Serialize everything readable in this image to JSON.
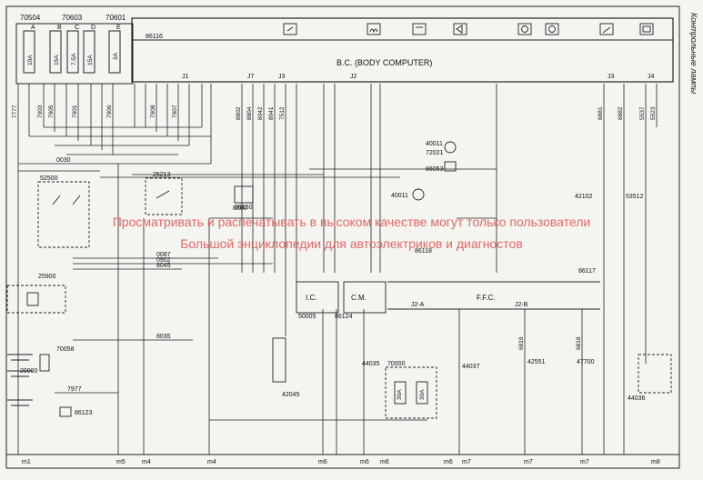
{
  "side_title": "Контрольные лампы",
  "watermark": {
    "line1": "Просматривать и распечатывать в высоком качестве могут только пользователи",
    "line2": "Большой энциклопедии для автоэлектриков и диагностов"
  },
  "top_fuse_boxes": [
    "70504",
    "70603",
    "70601"
  ],
  "fuses": [
    "10A",
    "15A",
    "7.5A",
    "15A",
    "3A"
  ],
  "fuse_pins": [
    "A",
    "B",
    "C",
    "D",
    "E"
  ],
  "bus_label": "86116",
  "body_computer": "B.C. (BODY COMPUTER)",
  "connectors": [
    "J1",
    "J7",
    "J3",
    "J2",
    "J3",
    "J4"
  ],
  "modules": {
    "ic": "I.C.",
    "cm": "C.M.",
    "ffc": "F.F.C.",
    "j2a": "J2-A",
    "j2b": "J2-B"
  },
  "component_labels": [
    "52500",
    "25213",
    "86150",
    "25900",
    "70058",
    "20000",
    "86123",
    "40011",
    "72021",
    "86053",
    "86118",
    "42102",
    "53512",
    "86117",
    "50005",
    "86124",
    "42045",
    "44035",
    "70000",
    "44037",
    "42551",
    "47700",
    "44036",
    "40011"
  ],
  "wire_labels": [
    "7777",
    "7903",
    "7905",
    "7901",
    "7906",
    "7908",
    "7907",
    "0030",
    "0902",
    "8045",
    "0087",
    "8035",
    "7977",
    "8802",
    "8804",
    "8042",
    "8041",
    "7512",
    "8800",
    "5523",
    "5537",
    "6881",
    "6882",
    "6819",
    "6818"
  ],
  "ground_labels": [
    "m1",
    "m5",
    "m4",
    "m4",
    "m6",
    "m6",
    "m6",
    "m6",
    "m7",
    "m7",
    "m7",
    "m8"
  ],
  "relay_ratings": [
    "30A",
    "30A"
  ],
  "top_icons": [
    "seat-icon",
    "heater-icon",
    "door-icon",
    "horn-icon",
    "warning-lamp-icon",
    "wiper-icon",
    "screen-icon"
  ]
}
